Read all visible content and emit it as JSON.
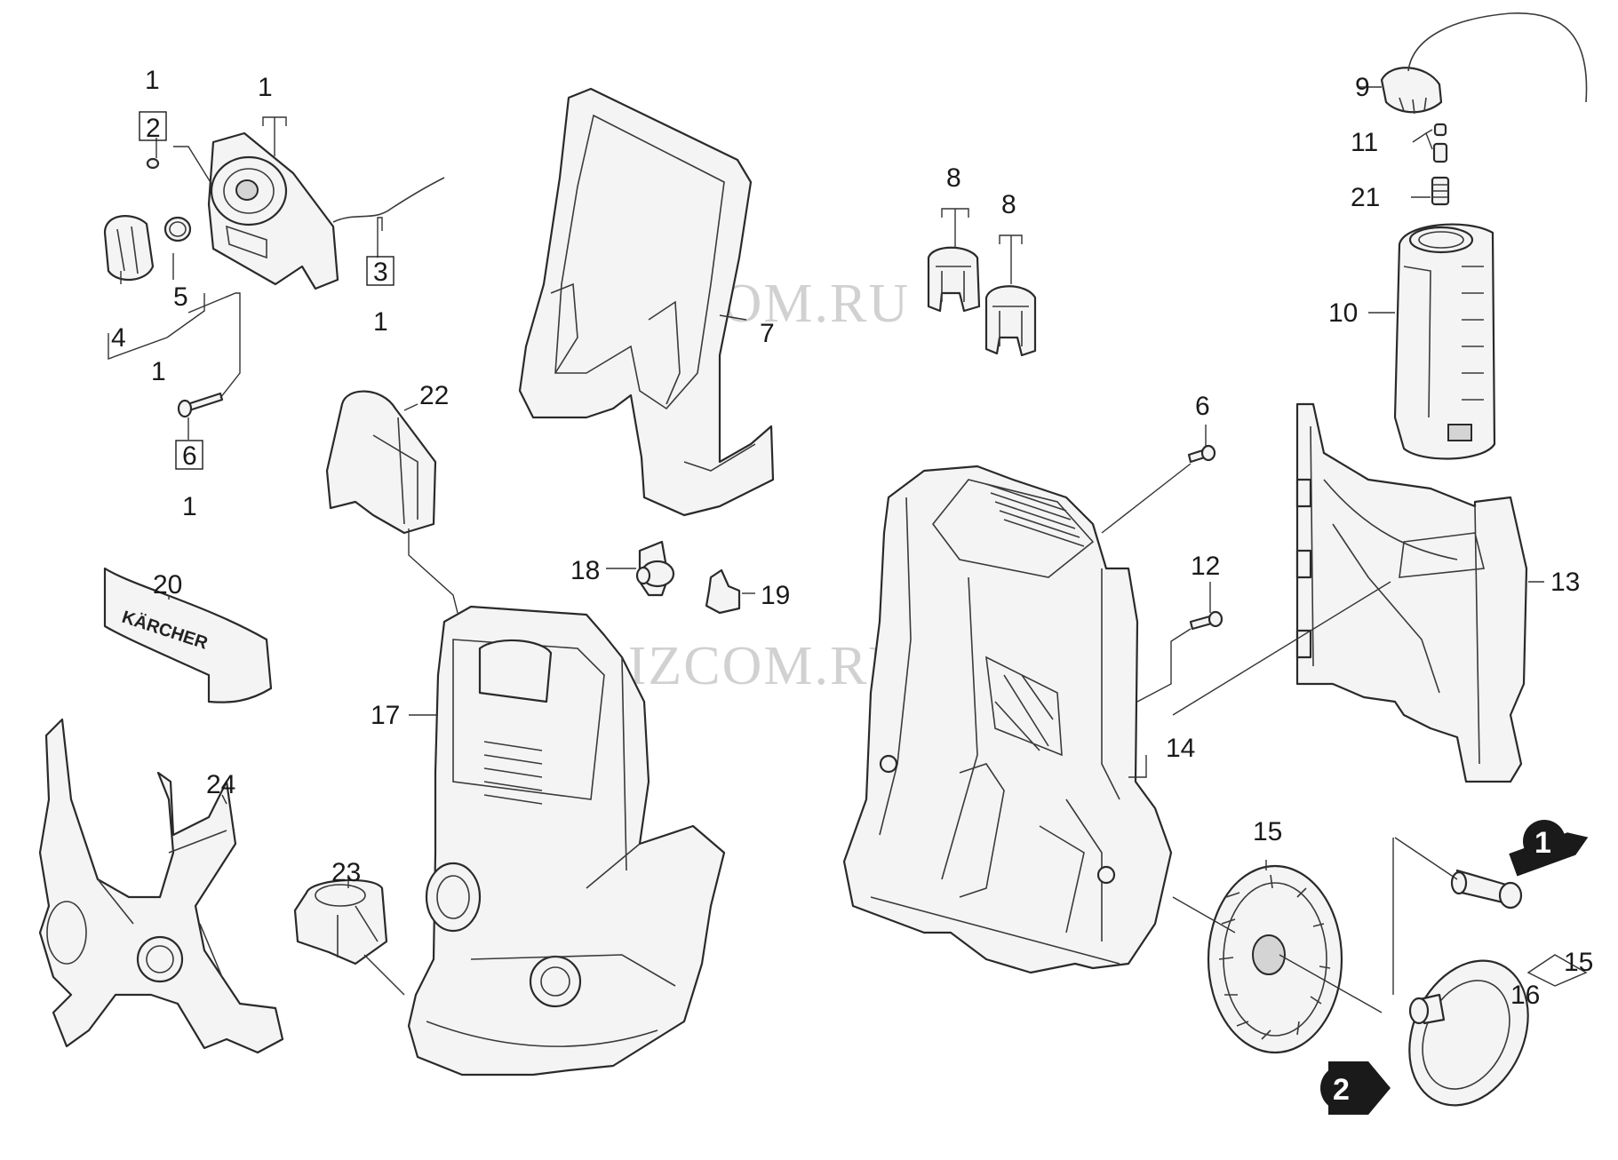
{
  "watermark": "BRIZCOM.RU",
  "brand_text": "KÄRCHER",
  "labels": {
    "l1a": "1",
    "l2": "2",
    "l1b": "1",
    "l3": "3",
    "l1c": "1",
    "l4": "4",
    "l5": "5",
    "l1d": "1",
    "l6a": "6",
    "l1e": "1",
    "l22": "22",
    "l20": "20",
    "l24": "24",
    "l23": "23",
    "l17": "17",
    "l7": "7",
    "l18": "18",
    "l19": "19",
    "l8a": "8",
    "l8b": "8",
    "l6b": "6",
    "l12": "12",
    "l14": "14",
    "l15a": "15",
    "l9": "9",
    "l11": "11",
    "l21": "21",
    "l10": "10",
    "l13": "13",
    "l15b": "15",
    "l16": "16"
  },
  "badges": {
    "badge1": "1",
    "badge2": "2"
  }
}
